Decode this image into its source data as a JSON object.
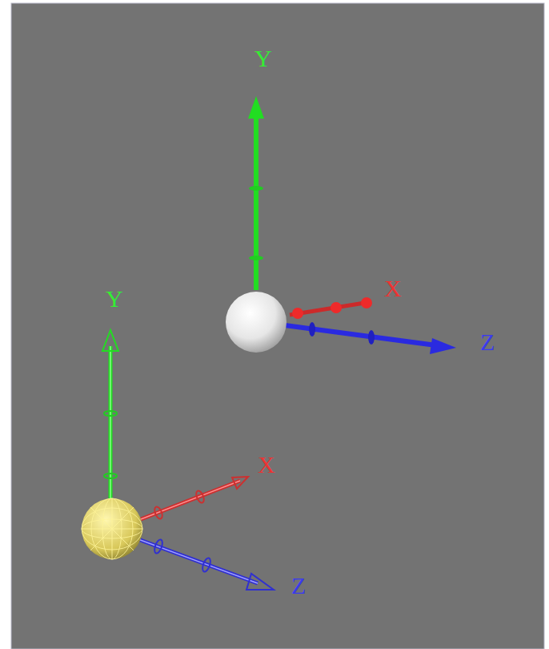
{
  "diagram": {
    "labels": [
      "Y",
      "X",
      "Z",
      "Y",
      "X",
      "Z"
    ]
  }
}
